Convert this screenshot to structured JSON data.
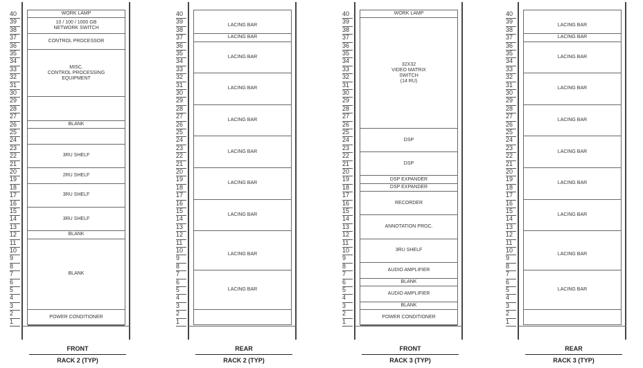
{
  "racks": [
    {
      "side": "FRONT",
      "name": "RACK 2 (TYP)",
      "ru_labels": [
        "40",
        "39",
        "38",
        "37",
        "36",
        "35",
        "34",
        "33",
        "32",
        "31",
        "30",
        "29",
        "28",
        "27",
        "26",
        "25",
        "24",
        "23",
        "22",
        "21",
        "20",
        "19",
        "18",
        "17",
        "16",
        "15",
        "14",
        "13",
        "12",
        "11",
        "10",
        "9",
        "8",
        "7",
        "6",
        "5",
        "4",
        "3",
        "2",
        "1"
      ],
      "devices": [
        {
          "top_ru": 40,
          "height_ru": 1,
          "label": "WORK LAMP"
        },
        {
          "top_ru": 39,
          "height_ru": 2,
          "label": "10 / 100 / 1000 GB\nNETWORK SWITCH"
        },
        {
          "top_ru": 37,
          "height_ru": 2,
          "label": "CONTROL PROCESSOR"
        },
        {
          "top_ru": 35,
          "height_ru": 6,
          "label": "MISC.\nCONTROL PROCESSING\nEQUIPMENT"
        },
        {
          "top_ru": 29,
          "height_ru": 3,
          "label": ""
        },
        {
          "top_ru": 26,
          "height_ru": 1,
          "label": "BLANK"
        },
        {
          "top_ru": 25,
          "height_ru": 2,
          "label": ""
        },
        {
          "top_ru": 23,
          "height_ru": 3,
          "label": "3RU SHELF"
        },
        {
          "top_ru": 20,
          "height_ru": 2,
          "label": "2RU SHELF"
        },
        {
          "top_ru": 18,
          "height_ru": 3,
          "label": "3RU SHELF"
        },
        {
          "top_ru": 15,
          "height_ru": 3,
          "label": "3RU SHELF"
        },
        {
          "top_ru": 12,
          "height_ru": 1,
          "label": "BLANK"
        },
        {
          "top_ru": 11,
          "height_ru": 9,
          "label": "BLANK"
        },
        {
          "top_ru": 2,
          "height_ru": 2,
          "label": "POWER CONDITIONER"
        }
      ]
    },
    {
      "side": "REAR",
      "name": "RACK 2 (TYP)",
      "ru_labels": [
        "40",
        "39",
        "38",
        "37",
        "36",
        "35",
        "34",
        "33",
        "32",
        "31",
        "30",
        "29",
        "28",
        "27",
        "26",
        "25",
        "24",
        "23",
        "22",
        "21",
        "20",
        "19",
        "18",
        "17",
        "16",
        "15",
        "14",
        "13",
        "12",
        "11",
        "10",
        "9",
        "8",
        "7",
        "6",
        "5",
        "4",
        "3",
        "2",
        "1"
      ],
      "devices": [
        {
          "top_ru": 39,
          "height_ru": 2,
          "label": "LACING BAR"
        },
        {
          "top_ru": 37,
          "height_ru": 1,
          "label": "LACING BAR"
        },
        {
          "top_ru": 36,
          "height_ru": 4,
          "label": "LACING BAR"
        },
        {
          "top_ru": 32,
          "height_ru": 4,
          "label": "LACING BAR"
        },
        {
          "top_ru": 28,
          "height_ru": 4,
          "label": "LACING BAR"
        },
        {
          "top_ru": 24,
          "height_ru": 4,
          "label": "LACING BAR"
        },
        {
          "top_ru": 20,
          "height_ru": 4,
          "label": "LACING BAR"
        },
        {
          "top_ru": 16,
          "height_ru": 4,
          "label": "LACING BAR"
        },
        {
          "top_ru": 11,
          "height_ru": 4,
          "label": "LACING BAR"
        },
        {
          "top_ru": 7,
          "height_ru": 5,
          "label": "LACING BAR"
        }
      ]
    },
    {
      "side": "FRONT",
      "name": "RACK 3 (TYP)",
      "ru_labels": [
        "40",
        "39",
        "38",
        "37",
        "36",
        "35",
        "34",
        "33",
        "32",
        "31",
        "30",
        "29",
        "28",
        "27",
        "26",
        "25",
        "24",
        "23",
        "22",
        "21",
        "20",
        "19",
        "18",
        "17",
        "16",
        "15",
        "14",
        "13",
        "12",
        "11",
        "10",
        "9",
        "8",
        "7",
        "6",
        "5",
        "4",
        "3",
        "2",
        "1"
      ],
      "devices": [
        {
          "top_ru": 40,
          "height_ru": 1,
          "label": "WORK LAMP"
        },
        {
          "top_ru": 39,
          "height_ru": 14,
          "label": "32X32\nVIDEO MATRIX\nSWITCH\n(14 RU)"
        },
        {
          "top_ru": 25,
          "height_ru": 3,
          "label": "DSP"
        },
        {
          "top_ru": 22,
          "height_ru": 3,
          "label": "DSP"
        },
        {
          "top_ru": 19,
          "height_ru": 1,
          "label": "DSP EXPANDER"
        },
        {
          "top_ru": 18,
          "height_ru": 1,
          "label": "DSP EXPANDER"
        },
        {
          "top_ru": 17,
          "height_ru": 3,
          "label": "RECORDER"
        },
        {
          "top_ru": 14,
          "height_ru": 3,
          "label": "ANNOTATION PROC."
        },
        {
          "top_ru": 11,
          "height_ru": 3,
          "label": "3RU SHELF"
        },
        {
          "top_ru": 8,
          "height_ru": 2,
          "label": "AUDIO AMPLIFIER"
        },
        {
          "top_ru": 6,
          "height_ru": 1,
          "label": "BLANK"
        },
        {
          "top_ru": 5,
          "height_ru": 2,
          "label": "AUDIO AMPLIFIER"
        },
        {
          "top_ru": 3,
          "height_ru": 1,
          "label": "BLANK"
        },
        {
          "top_ru": 2,
          "height_ru": 2,
          "label": "POWER CONDITIONER"
        }
      ]
    },
    {
      "side": "REAR",
      "name": "RACK 3 (TYP)",
      "ru_labels": [
        "40",
        "39",
        "38",
        "37",
        "36",
        "35",
        "34",
        "33",
        "32",
        "31",
        "30",
        "29",
        "28",
        "27",
        "26",
        "25",
        "24",
        "23",
        "22",
        "21",
        "20",
        "19",
        "18",
        "17",
        "16",
        "15",
        "14",
        "13",
        "12",
        "11",
        "10",
        "9",
        "8",
        "7",
        "6",
        "5",
        "4",
        "3",
        "2",
        "1"
      ],
      "devices": [
        {
          "top_ru": 39,
          "height_ru": 2,
          "label": "LACING BAR"
        },
        {
          "top_ru": 37,
          "height_ru": 1,
          "label": "LACING BAR"
        },
        {
          "top_ru": 36,
          "height_ru": 4,
          "label": "LACING BAR"
        },
        {
          "top_ru": 32,
          "height_ru": 4,
          "label": "LACING BAR"
        },
        {
          "top_ru": 28,
          "height_ru": 4,
          "label": "LACING BAR"
        },
        {
          "top_ru": 24,
          "height_ru": 4,
          "label": "LACING BAR"
        },
        {
          "top_ru": 20,
          "height_ru": 4,
          "label": "LACING BAR"
        },
        {
          "top_ru": 16,
          "height_ru": 4,
          "label": "LACING BAR"
        },
        {
          "top_ru": 11,
          "height_ru": 4,
          "label": "LACING BAR"
        },
        {
          "top_ru": 7,
          "height_ru": 5,
          "label": "LACING BAR"
        }
      ]
    }
  ]
}
